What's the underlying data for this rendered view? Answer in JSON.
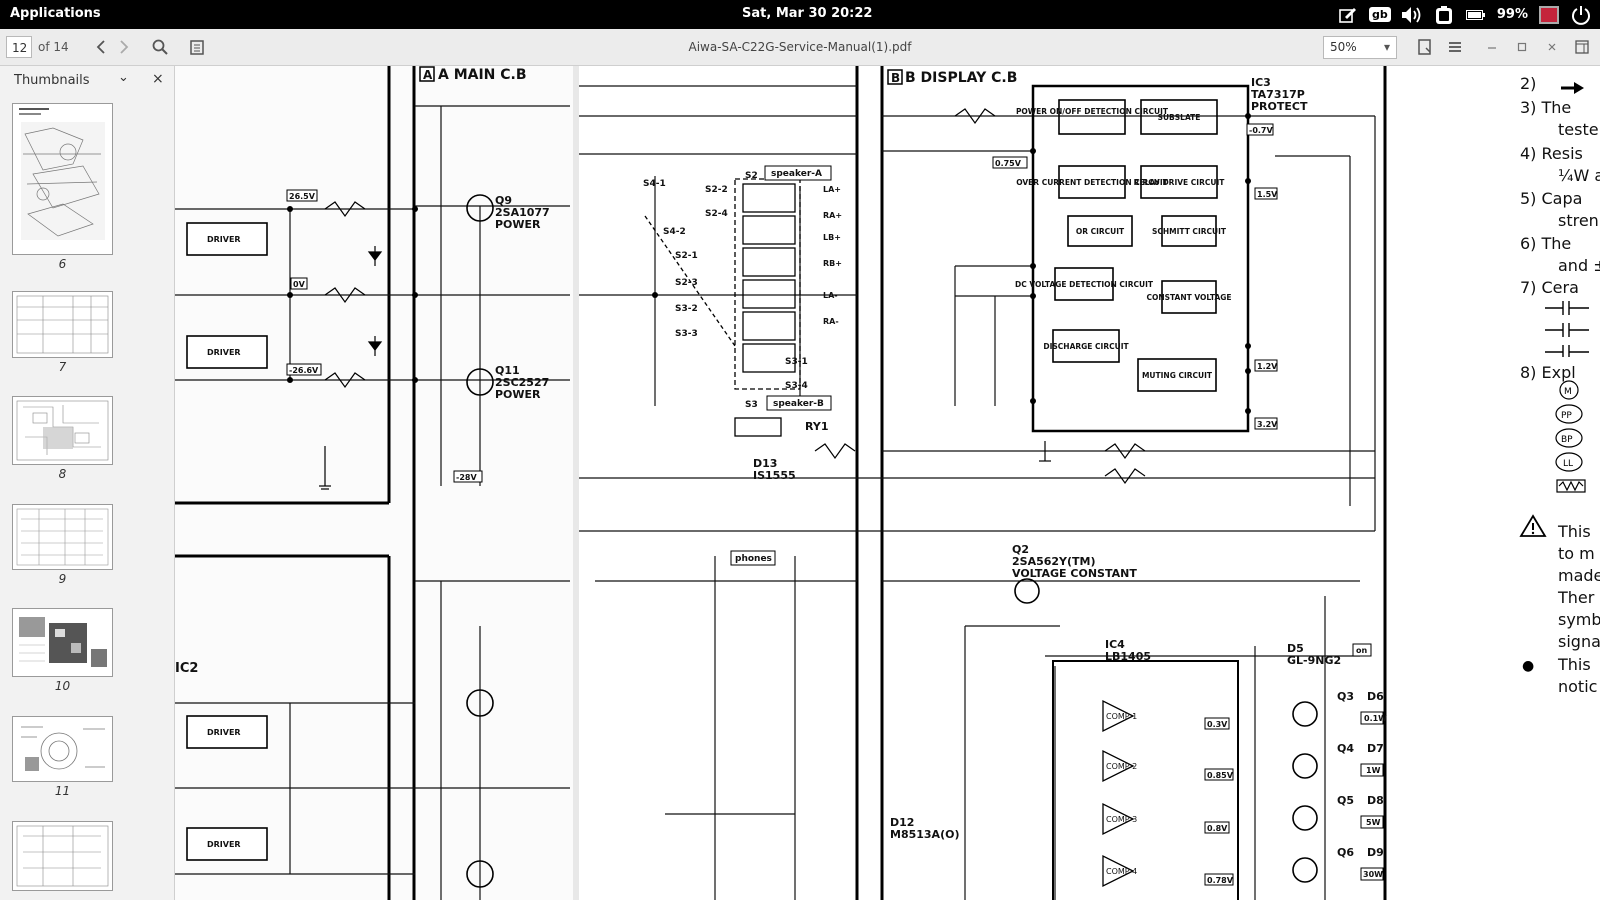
{
  "topbar": {
    "applications": "Applications",
    "datetime": "Sat, Mar 30   20:22",
    "keyboard_layout": "gb",
    "battery": "99%",
    "icons": [
      "edit-icon",
      "keyboard-icon",
      "volume-icon",
      "clipboard-icon",
      "battery-icon",
      "app-icon",
      "power-icon"
    ]
  },
  "toolbar": {
    "page_current": "12",
    "page_total": "of 14",
    "document_title": "Aiwa-SA-C22G-Service-Manual(1).pdf",
    "zoom": "50%"
  },
  "sidebar": {
    "title": "Thumbnails",
    "thumbnails": [
      {
        "label": "6"
      },
      {
        "label": "7"
      },
      {
        "label": "8"
      },
      {
        "label": "9"
      },
      {
        "label": "10"
      },
      {
        "label": "11"
      },
      {
        "label": ""
      }
    ]
  },
  "schematic": {
    "section_a": "A MAIN C.B",
    "section_b": "B DISPLAY C.B",
    "ic3": "IC3",
    "ic3_part": "TA7317P",
    "ic3_func": "PROTECT",
    "ic4": "IC4",
    "ic4_part": "LB1405",
    "ic2": "IC2",
    "blocks": [
      "POWER ON/OFF DETECTION CIRCUIT",
      "SUBSLATE",
      "OVER CURRENT DETECTION CIRCUIT",
      "RELAY DRIVE CIRCUIT",
      "OR CIRCUIT",
      "SCHMITT CIRCUIT",
      "DC VOLTAGE DETECTION CIRCUIT",
      "CONSTANT VOLTAGE",
      "DISCHARGE CIRCUIT",
      "MUTING CIRCUIT"
    ],
    "driver_label": "DRIVER",
    "q9": "Q9",
    "q9_part": "2SA1077",
    "q9_func": "POWER",
    "q11": "Q11",
    "q11_part": "2SC2527",
    "q11_func": "POWER",
    "q2": "Q2",
    "q2_part": "2SA562Y(TM)",
    "q2_func": "VOLTAGE CONSTANT",
    "speaker_a": "speaker-A",
    "speaker_b": "speaker-B",
    "phones": "phones",
    "ry1": "RY1",
    "d13": "D13",
    "d13_part": "IS1555",
    "d5": "D5",
    "d5_part": "GL-9NG2",
    "d12": "D12",
    "d12_part": "M8513A(O)",
    "switch_labels": [
      "S4-1",
      "S2-2",
      "S2-4",
      "S4-2",
      "S2-1",
      "S2-3",
      "S3-2",
      "S3-3",
      "S3-1",
      "S3-4",
      "S2",
      "S3"
    ],
    "voltage_tags": [
      "26.5V",
      "-26.6V",
      "0V",
      "-28V",
      "0.75V",
      "-0.7V",
      "1.5V",
      "1.2V",
      "3.2V",
      "0.3V",
      "0.85V",
      "0.8V",
      "0.78V"
    ],
    "output_labels": [
      "LA+",
      "RA+",
      "LB+",
      "RB+",
      "LA-",
      "RA-"
    ],
    "watt_labels": [
      "0.1W",
      "1W",
      "5W",
      "30W"
    ],
    "on_label": "on",
    "comp_labels": [
      "COMP 1",
      "COMP 2",
      "COMP 3",
      "COMP 4"
    ],
    "q_right": [
      "Q3",
      "Q4",
      "Q5",
      "Q6"
    ],
    "d_right": [
      "D6",
      "D7",
      "D8",
      "D9"
    ]
  },
  "notes_column": {
    "lines": [
      "2)",
      "3)  The",
      "teste",
      "4)  Resis",
      "¼W a",
      "5)  Capa",
      "stren",
      "6)  The",
      "and ±",
      "7)  Cera",
      "8)  Expl",
      "This",
      "to m",
      "made",
      "Ther",
      "symb",
      "signa",
      "This",
      "notic"
    ]
  }
}
